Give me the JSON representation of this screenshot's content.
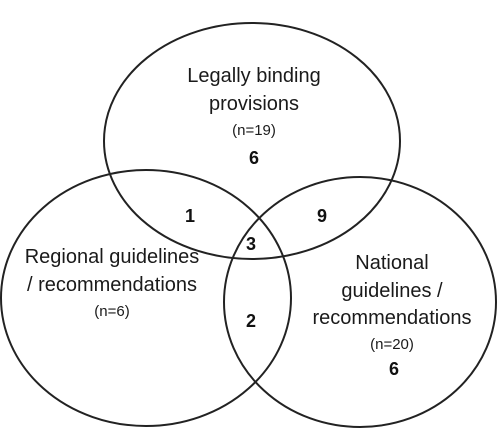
{
  "sets": {
    "legal": {
      "label_line1": "Legally binding",
      "label_line2": "provisions",
      "count": "(n=19)"
    },
    "regional": {
      "label_line1": "Regional guidelines",
      "label_line2": "/ recommendations",
      "count": "(n=6)"
    },
    "national": {
      "label_line1": "National",
      "label_line2": "guidelines /",
      "label_line3": "recommendations",
      "count": "(n=20)"
    }
  },
  "regions": {
    "legal_only": "6",
    "legal_regional": "1",
    "legal_national": "9",
    "all_three": "3",
    "regional_national": "2",
    "national_only": "6"
  },
  "colors": {
    "stroke": "#222222",
    "text": "#1a1a1a"
  }
}
